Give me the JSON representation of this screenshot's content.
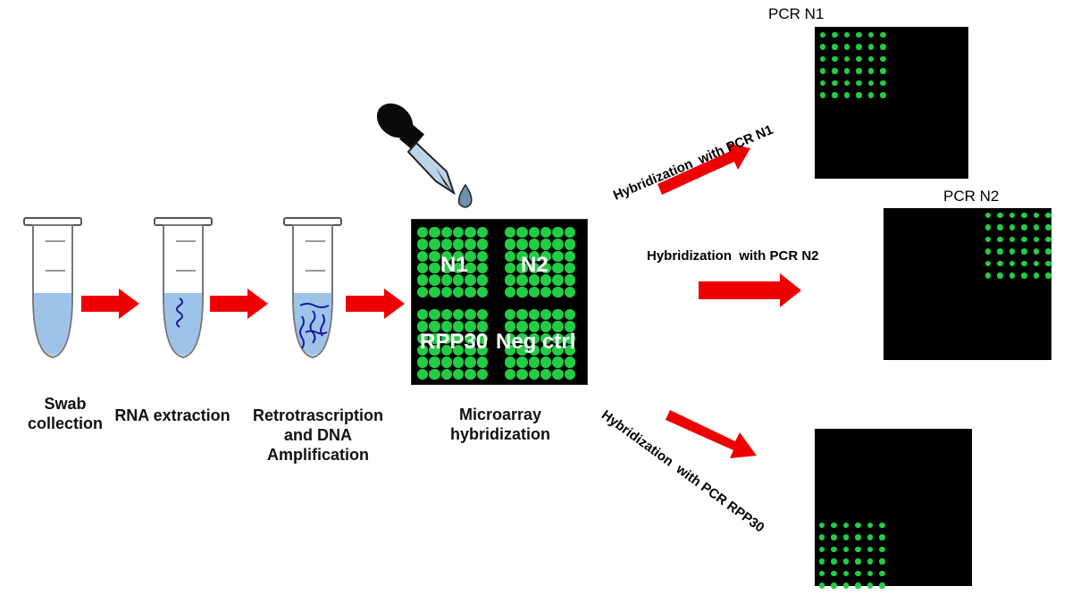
{
  "steps": [
    {
      "label_line1": "Swab",
      "label_line2": "collection"
    },
    {
      "label_line1": "RNA extraction"
    },
    {
      "label_line1": "Retrotrascription",
      "label_line2": "and DNA",
      "label_line3": "Amplification"
    },
    {
      "label_line1": "Microarray",
      "label_line2": "hybridization"
    }
  ],
  "microarray": {
    "quadrants": [
      "N1",
      "N2",
      "RPP30",
      "Neg ctrl"
    ]
  },
  "results": [
    {
      "title": "PCR N1",
      "arrow_label": "Hybridization  with PCR N1",
      "active_quadrant": "top-left"
    },
    {
      "title": "PCR N2",
      "arrow_label": "Hybridization  with PCR N2",
      "active_quadrant": "top-right"
    },
    {
      "title": "",
      "arrow_label": "Hybridization  with PCR RPP30",
      "active_quadrant": "bottom-left"
    }
  ],
  "colors": {
    "arrow": "#ee0000",
    "spot": "#22cc44",
    "liquid": "#9ec3e8",
    "strand": "#1a1aa8"
  }
}
